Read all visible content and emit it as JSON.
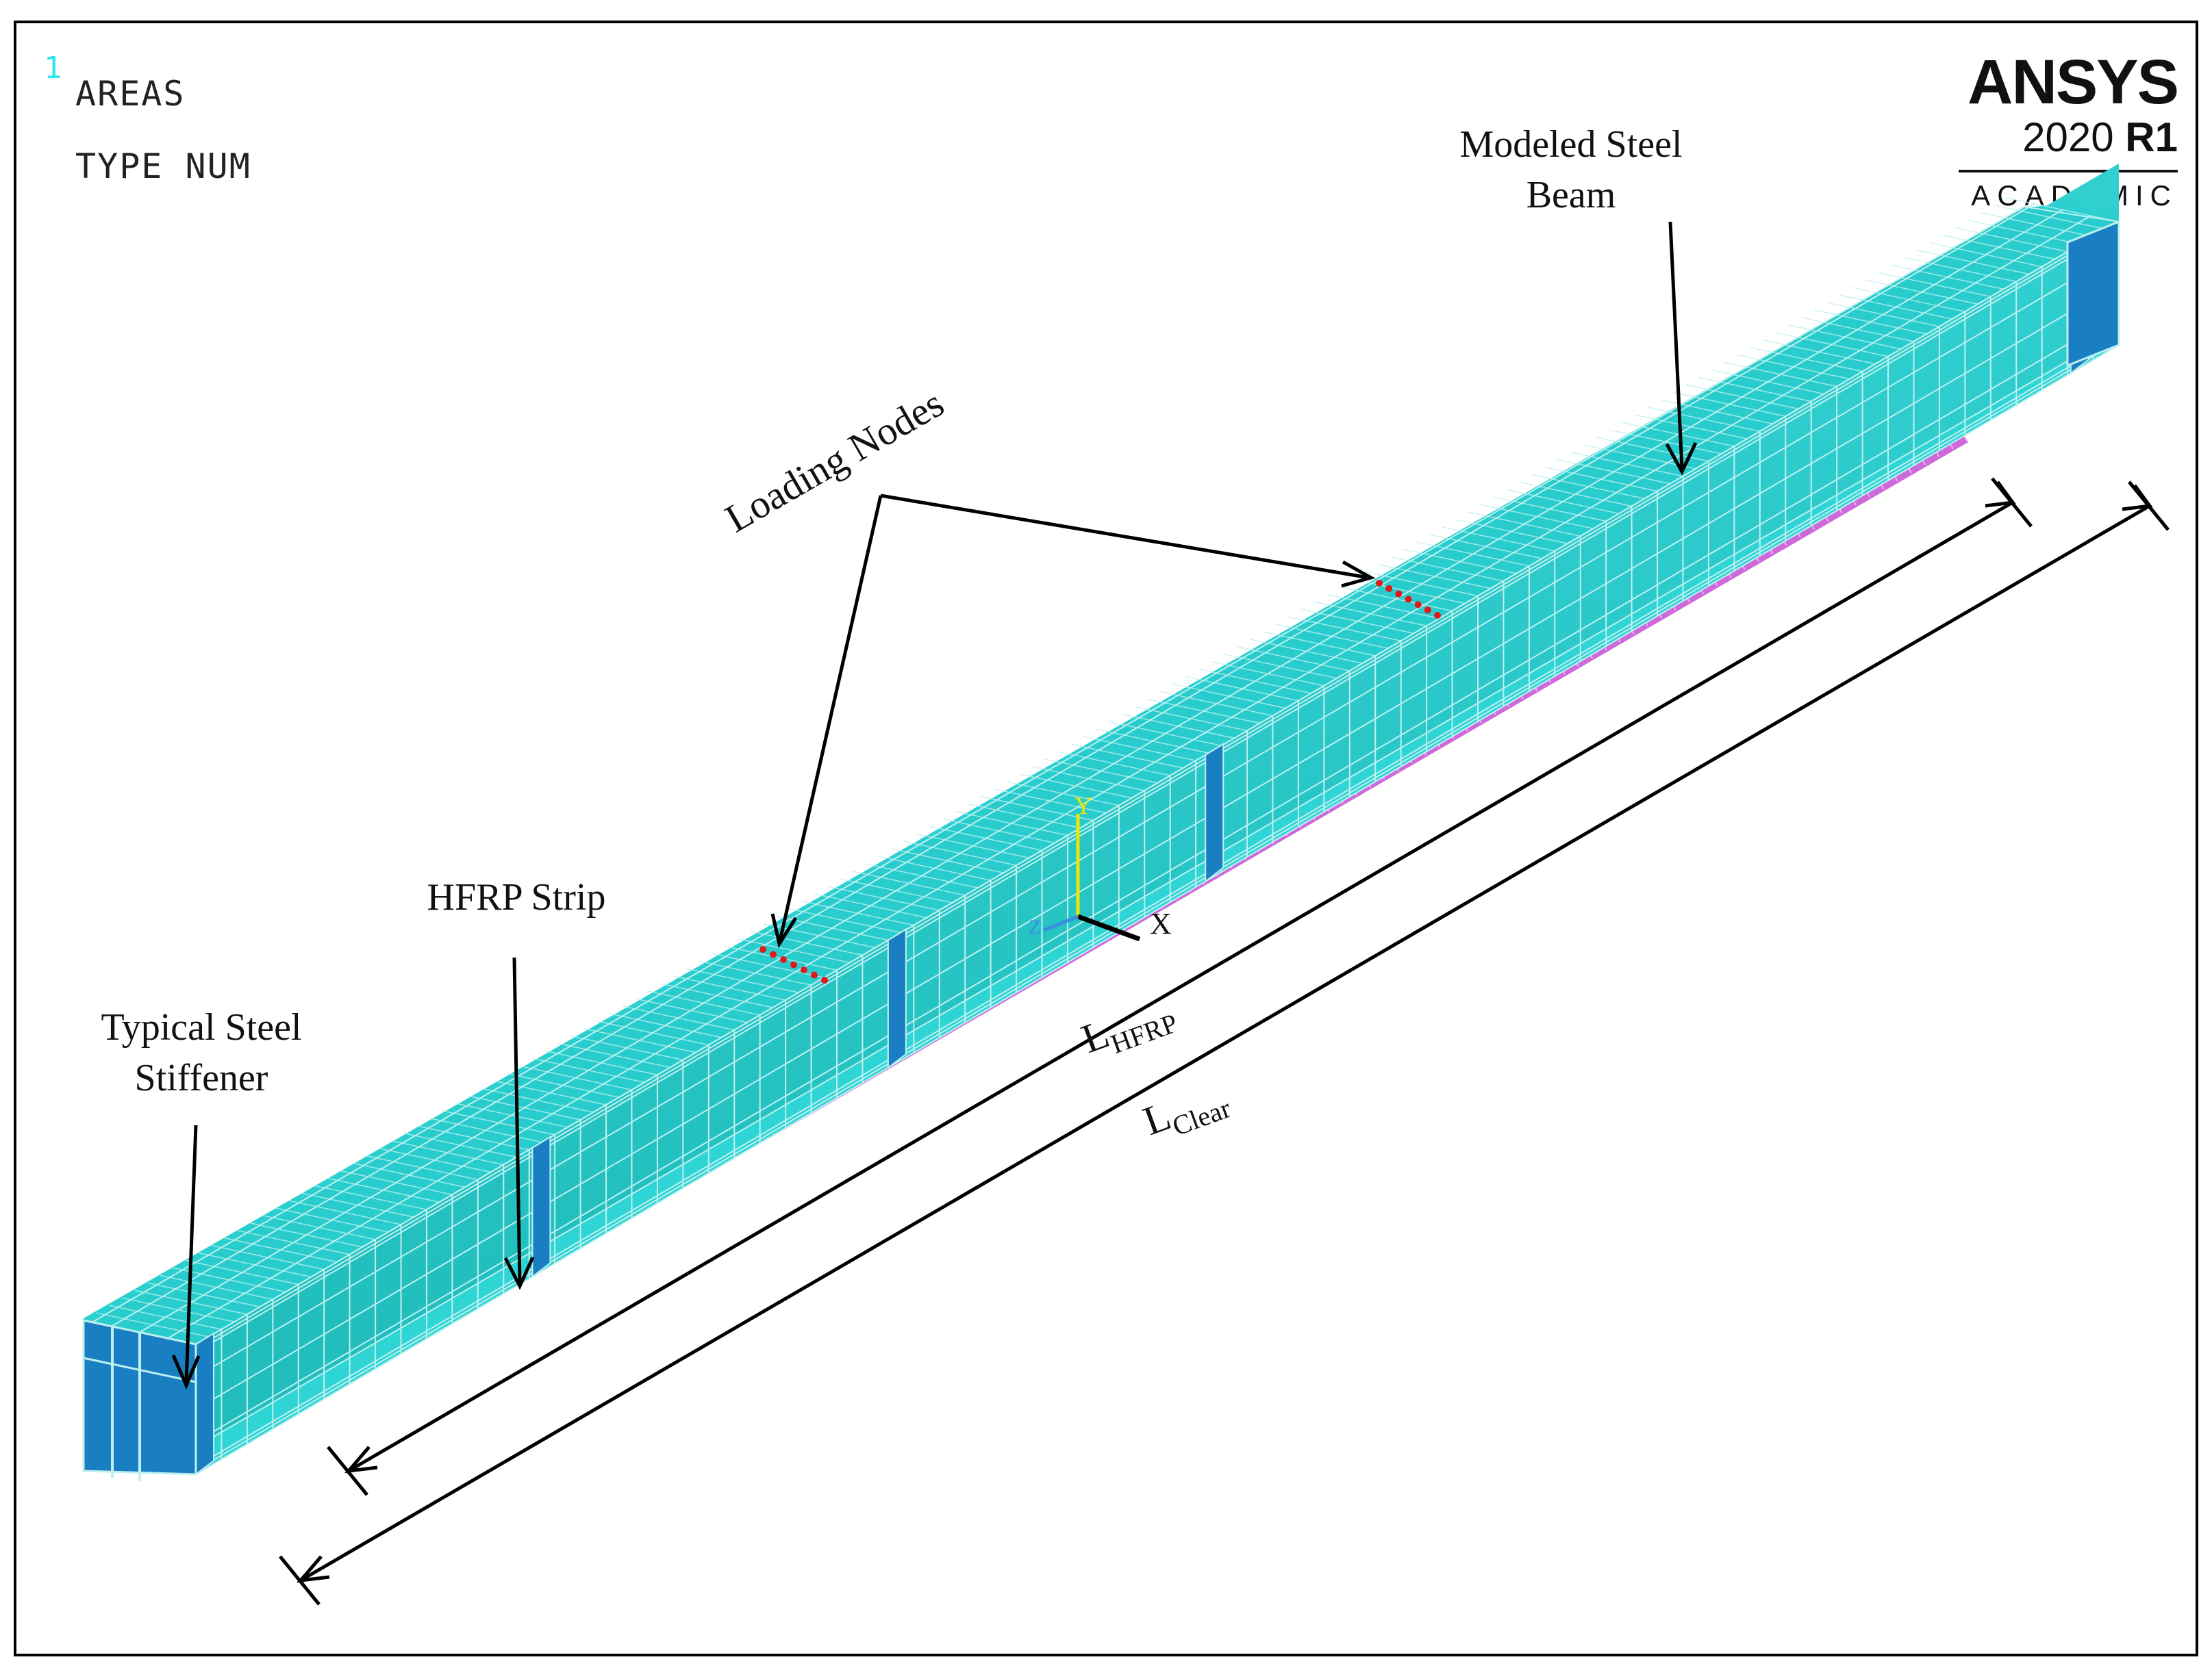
{
  "viewer": {
    "window_number": "1",
    "plot_type": "AREAS",
    "numbering": "TYPE NUM"
  },
  "logo": {
    "brand": "ANSYS",
    "version": "2020",
    "release": "R1",
    "edition": "ACADEMIC"
  },
  "triad": {
    "y_label": "Y",
    "x_label": "X",
    "z_label": "Z"
  },
  "annotations": {
    "modeled_beam_line1": "Modeled Steel",
    "modeled_beam_line2": "Beam",
    "loading_nodes": "Loading Nodes",
    "hfrp_strip": "HFRP Strip",
    "stiffener_line1": "Typical Steel",
    "stiffener_line2": "Stiffener",
    "l_hfrp_main": "L",
    "l_hfrp_sub": "HFRP",
    "l_clear_main": "L",
    "l_clear_sub": "Clear"
  },
  "colors": {
    "mesh_face": "#22c2c2",
    "mesh_lines": "#bff0f0",
    "stiffener": "#1a7fc2",
    "hfrp": "#c54fd6",
    "load_nodes": "#e01a1a",
    "annotation": "#000000"
  }
}
